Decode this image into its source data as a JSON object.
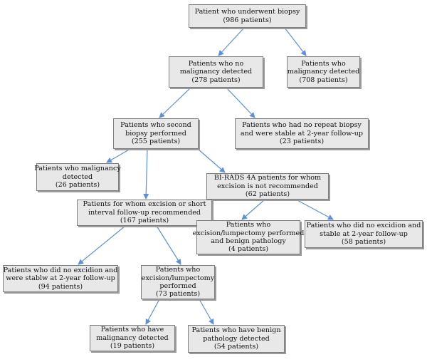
{
  "colors": {
    "arrow": "#5b8fe0",
    "box_fill": "#e8e8e8",
    "box_border": "#7f7f7f"
  },
  "nodes": {
    "root": {
      "lines": [
        "Patient who underwent biopsy"
      ],
      "count": "(986 patients)"
    },
    "no_malig": {
      "lines": [
        "Patients who no",
        "malignancy detected"
      ],
      "count": "(278 patients)"
    },
    "malig": {
      "lines": [
        "Patients who",
        "malignancy detected"
      ],
      "count": "(708 patients)"
    },
    "second_biopsy": {
      "lines": [
        "Patients who second",
        "biopsy performed"
      ],
      "count": "(255 patients)"
    },
    "no_repeat": {
      "lines": [
        "Patients who had no repeat biopsy",
        "and were stable at 2-year follow-up"
      ],
      "count": "(23 patients)"
    },
    "malig2": {
      "lines": [
        "Patients who malignancy",
        "detected"
      ],
      "count": "(26 patients)"
    },
    "birads": {
      "lines": [
        "BI-RADS 4A patients for whom",
        "excision is not recommended"
      ],
      "count": "(62 patients)"
    },
    "excision_rec": {
      "lines": [
        "Patients for whom excision or short",
        "interval follow-up recommended"
      ],
      "count": "(167 patients)"
    },
    "lumpectomy_benign": {
      "lines": [
        "Patients who",
        "excision/lumpectomy performed",
        "and benign pathology"
      ],
      "count": "(4 patients)"
    },
    "no_excision_58": {
      "lines": [
        "Patients who did no excidion and",
        "stable at 2-year follow-up"
      ],
      "count": "(58 patients)"
    },
    "no_excision_94": {
      "lines": [
        "Patients who did no excidion and",
        "were stablw at 2-year follow-up"
      ],
      "count": "(94 patients)"
    },
    "lumpectomy": {
      "lines": [
        "Patients who",
        "excision/lumpectomy",
        "performed"
      ],
      "count": "(73 patients)"
    },
    "have_malig": {
      "lines": [
        "Patients who have",
        "malignancy detected"
      ],
      "count": "(19 patients)"
    },
    "have_benign": {
      "lines": [
        "Patients who have benign",
        "pathology detected"
      ],
      "count": "(54 patients)"
    }
  }
}
